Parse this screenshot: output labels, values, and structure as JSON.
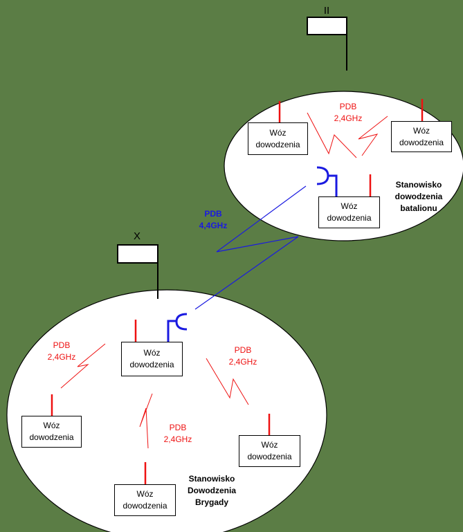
{
  "battalion": {
    "echelon_mark": "II",
    "post_label": [
      "Stanowisko",
      "dowodzenia",
      "batalionu"
    ],
    "vehicles": [
      [
        "Wóz",
        "dowodzenia"
      ],
      [
        "Wóz",
        "dowodzenia"
      ],
      [
        "Wóz",
        "dowodzenia"
      ]
    ],
    "link_label": [
      "PDB",
      "2,4GHz"
    ]
  },
  "brigade": {
    "echelon_mark": "X",
    "post_label": [
      "Stanowisko",
      "Dowodzenia",
      "Brygady"
    ],
    "vehicles": [
      [
        "Wóz",
        "dowodzenia"
      ],
      [
        "Wóz",
        "dowodzenia"
      ],
      [
        "Wóz",
        "dowodzenia"
      ],
      [
        "Wóz",
        "dowodzenia"
      ]
    ],
    "link_labels": [
      [
        "PDB",
        "2,4GHz"
      ],
      [
        "PDB",
        "2,4GHz"
      ],
      [
        "PDB",
        "2,4GHz"
      ]
    ]
  },
  "inter_link_label": [
    "PDB",
    "4,4GHz"
  ],
  "colors": {
    "background": "#5b7d45",
    "local_link": "#ee1111",
    "inter_link": "#1a1ae0",
    "outline": "#000000"
  }
}
